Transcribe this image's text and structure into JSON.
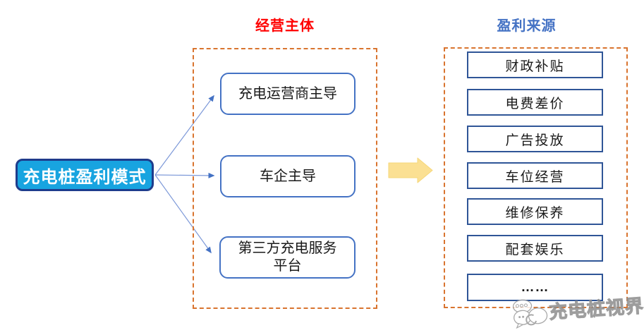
{
  "diagram": {
    "root": {
      "label": "充电桩盈利模式"
    },
    "groups": [
      {
        "id": "operators",
        "title": "经营主体",
        "title_color": "#ff0000",
        "items": [
          "充电运营商主导",
          "车企主导",
          "第三方充电服务平台"
        ]
      },
      {
        "id": "profit-sources",
        "title": "盈利来源",
        "title_color": "#4472c4",
        "items": [
          "财政补贴",
          "电费差价",
          "广告投放",
          "车位经营",
          "维修保养",
          "配套娱乐",
          "……"
        ]
      }
    ],
    "watermark": {
      "text": "充电桩视界",
      "icon": "speech-bubbles-icon"
    },
    "colors": {
      "root_fill": "#18a4e0",
      "root_border": "#1e3c8c",
      "group_dash": "#d9742f",
      "mid_box_border": "#4472c4",
      "source_box_border": "#2f5597",
      "connector": "#7c98d8",
      "connector_head": "#4472c4",
      "flow_arrow_fill": "#fbe093",
      "title_left": "#ff0000",
      "title_right": "#4472c4"
    }
  }
}
